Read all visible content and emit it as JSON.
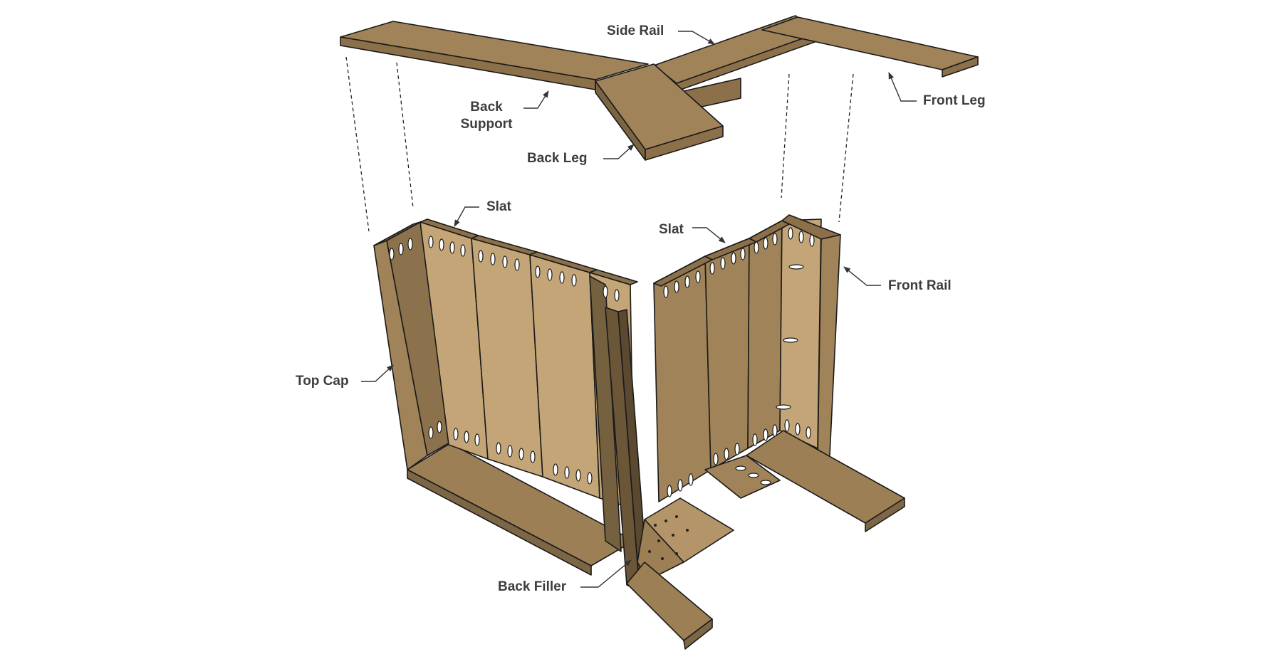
{
  "labels": {
    "side_rail": "Side Rail",
    "back_support_line1": "Back",
    "back_support_line2": "Support",
    "back_leg": "Back Leg",
    "front_leg": "Front Leg",
    "slat_left": "Slat",
    "slat_right": "Slat",
    "front_rail": "Front Rail",
    "top_cap": "Top Cap",
    "back_filler": "Back Filler"
  },
  "colors": {
    "wood_top": "#a08358",
    "wood_light": "#c4a577",
    "wood_mid": "#9c7f55",
    "wood_dark": "#75603f",
    "outline": "#1a1a1a",
    "text": "#3d3d3d"
  }
}
